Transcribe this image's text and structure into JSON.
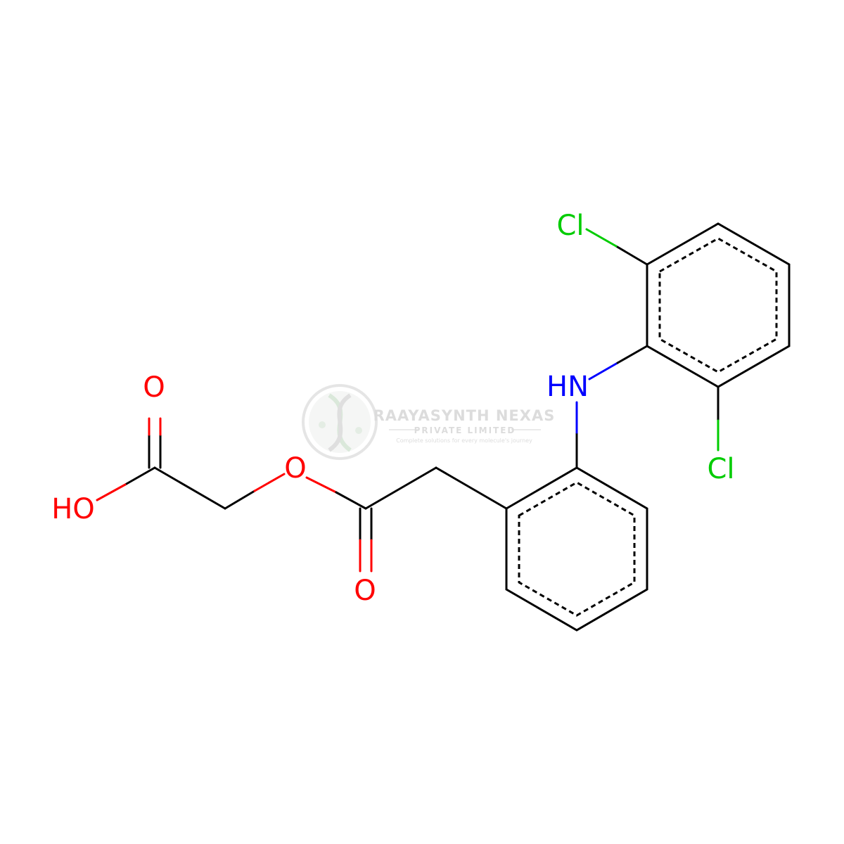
{
  "colors": {
    "bond": "#000000",
    "oxygen": "#ff0000",
    "nitrogen": "#0000ff",
    "chlorine": "#00cc00",
    "watermark": "#d9d9d9"
  },
  "atoms": {
    "carbonyl_o_acid": "O",
    "hydroxyl": "HO",
    "ester_o": "O",
    "carbonyl_o_ester": "O",
    "amine": "HN",
    "chlorine_top": "Cl",
    "chlorine_bottom": "Cl"
  },
  "watermark": {
    "icon": "dna-helix-logo-icon",
    "company": "RAAYASYNTH NEXAS",
    "subtitle": "PRIVATE LIMITED",
    "tagline": "Complete solutions for every molecule's journey"
  }
}
